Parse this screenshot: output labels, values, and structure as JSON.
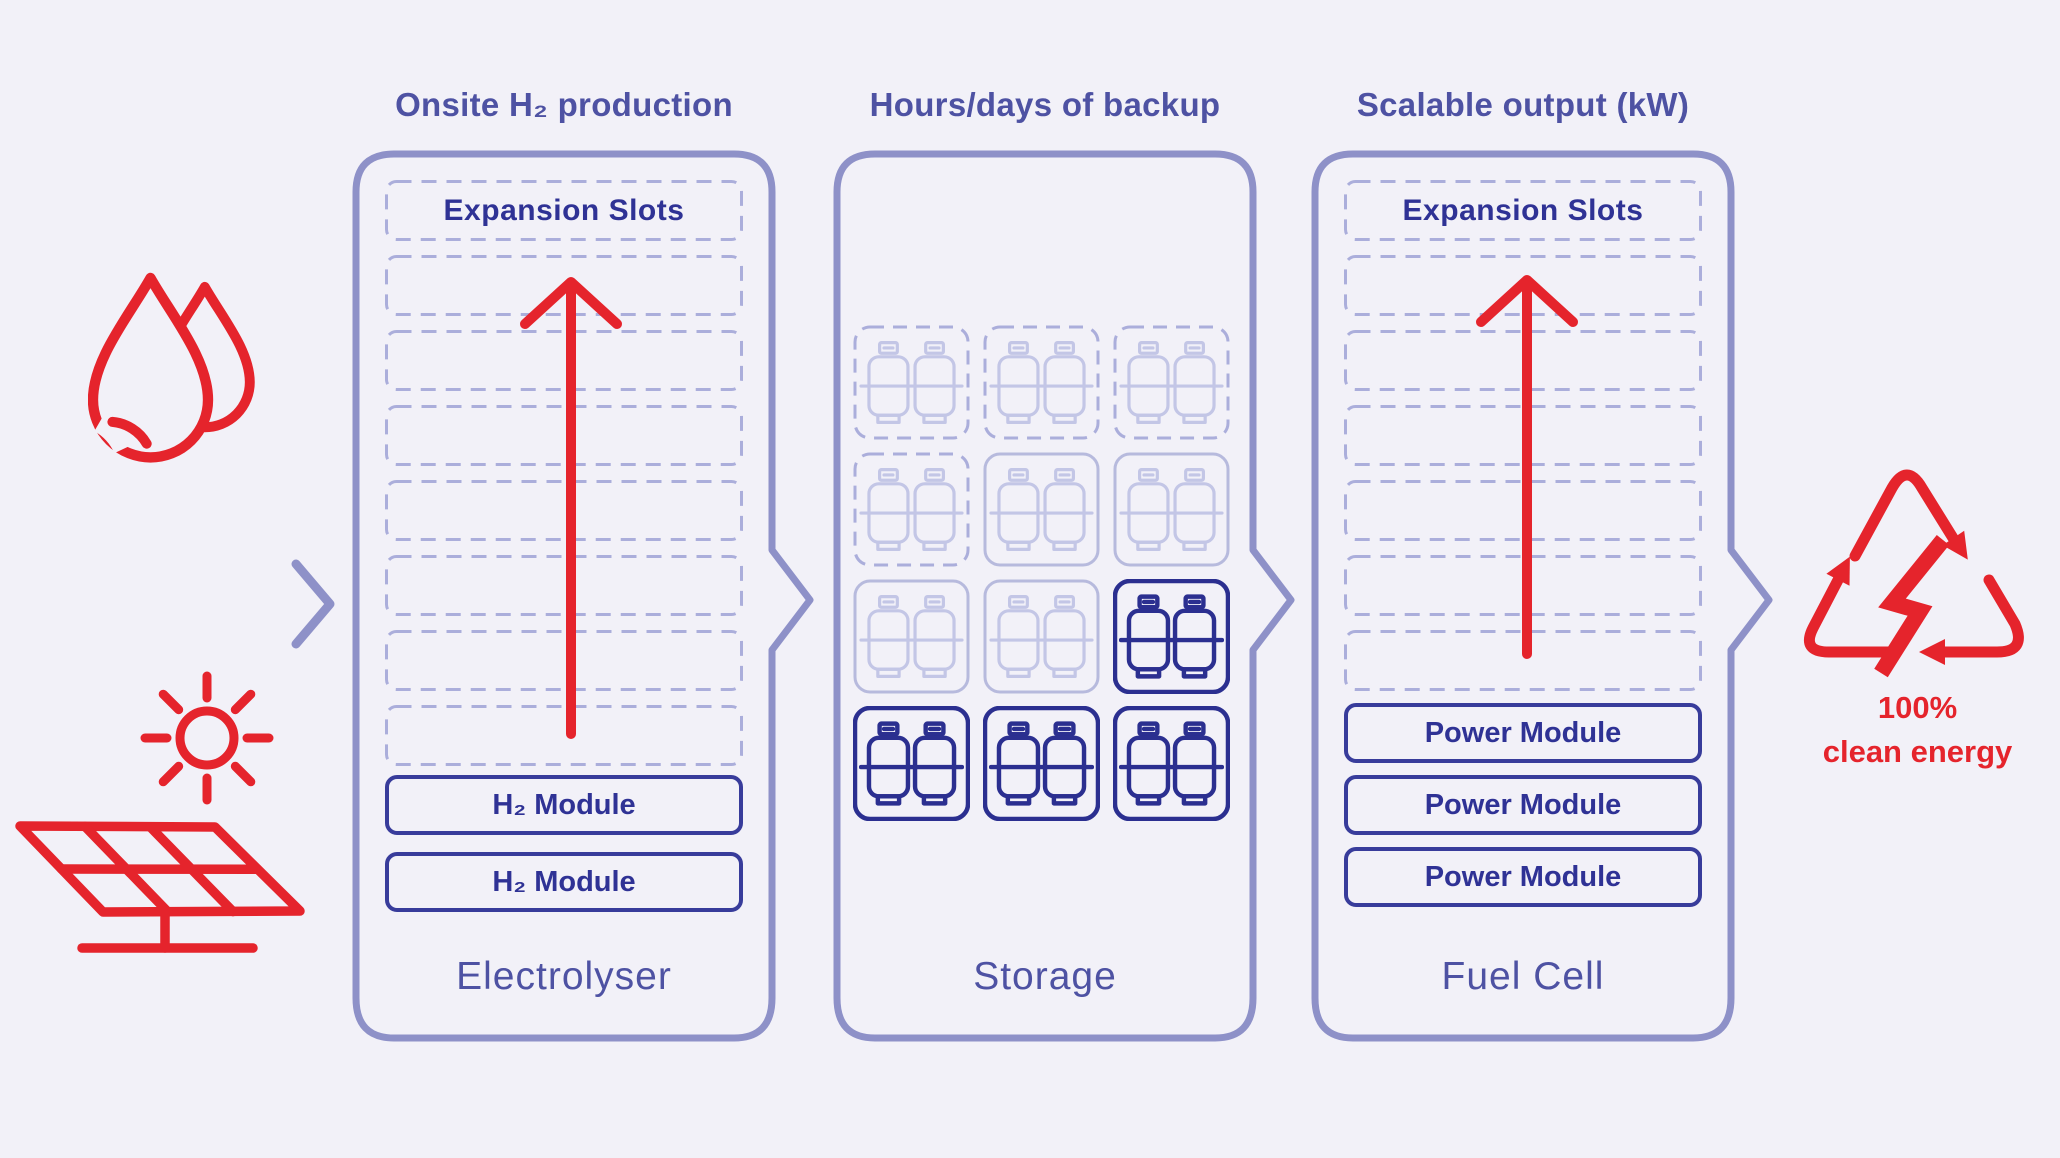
{
  "colors": {
    "background": "#f2f1f8",
    "panel_border": "#8e91c8",
    "heading_text": "#4e52a3",
    "slot_border": "#abaedb",
    "accent_navy": "#2f3295",
    "module_border": "#383c9b",
    "tank_light": "#c3c6e6",
    "tank_light_border": "#b7badd",
    "tank_dark": "#2b2f90",
    "red": "#e5242c"
  },
  "icons": {
    "left": [
      "water-drops-icon",
      "sun-icon",
      "solar-panel-icon"
    ],
    "flow": "chevron-right-icon",
    "right": "renewable-energy-icon"
  },
  "panels": [
    {
      "heading": "Onsite H₂ production",
      "expansion_label": "Expansion Slots",
      "empty_slots": 7,
      "modules": [
        "H₂ Module",
        "H₂ Module"
      ],
      "label": "Electrolyser"
    },
    {
      "heading": "Hours/days of backup",
      "label": "Storage",
      "grid": [
        [
          "dashed",
          "dashed",
          "dashed"
        ],
        [
          "dashed",
          "light",
          "light"
        ],
        [
          "light",
          "light",
          "dark"
        ],
        [
          "dark",
          "dark",
          "dark"
        ]
      ]
    },
    {
      "heading": "Scalable output (kW)",
      "expansion_label": "Expansion Slots",
      "empty_slots": 6,
      "modules": [
        "Power Module",
        "Power Module",
        "Power Module"
      ],
      "label": "Fuel Cell"
    }
  ],
  "output_caption": {
    "line1": "100%",
    "line2": "clean energy"
  }
}
